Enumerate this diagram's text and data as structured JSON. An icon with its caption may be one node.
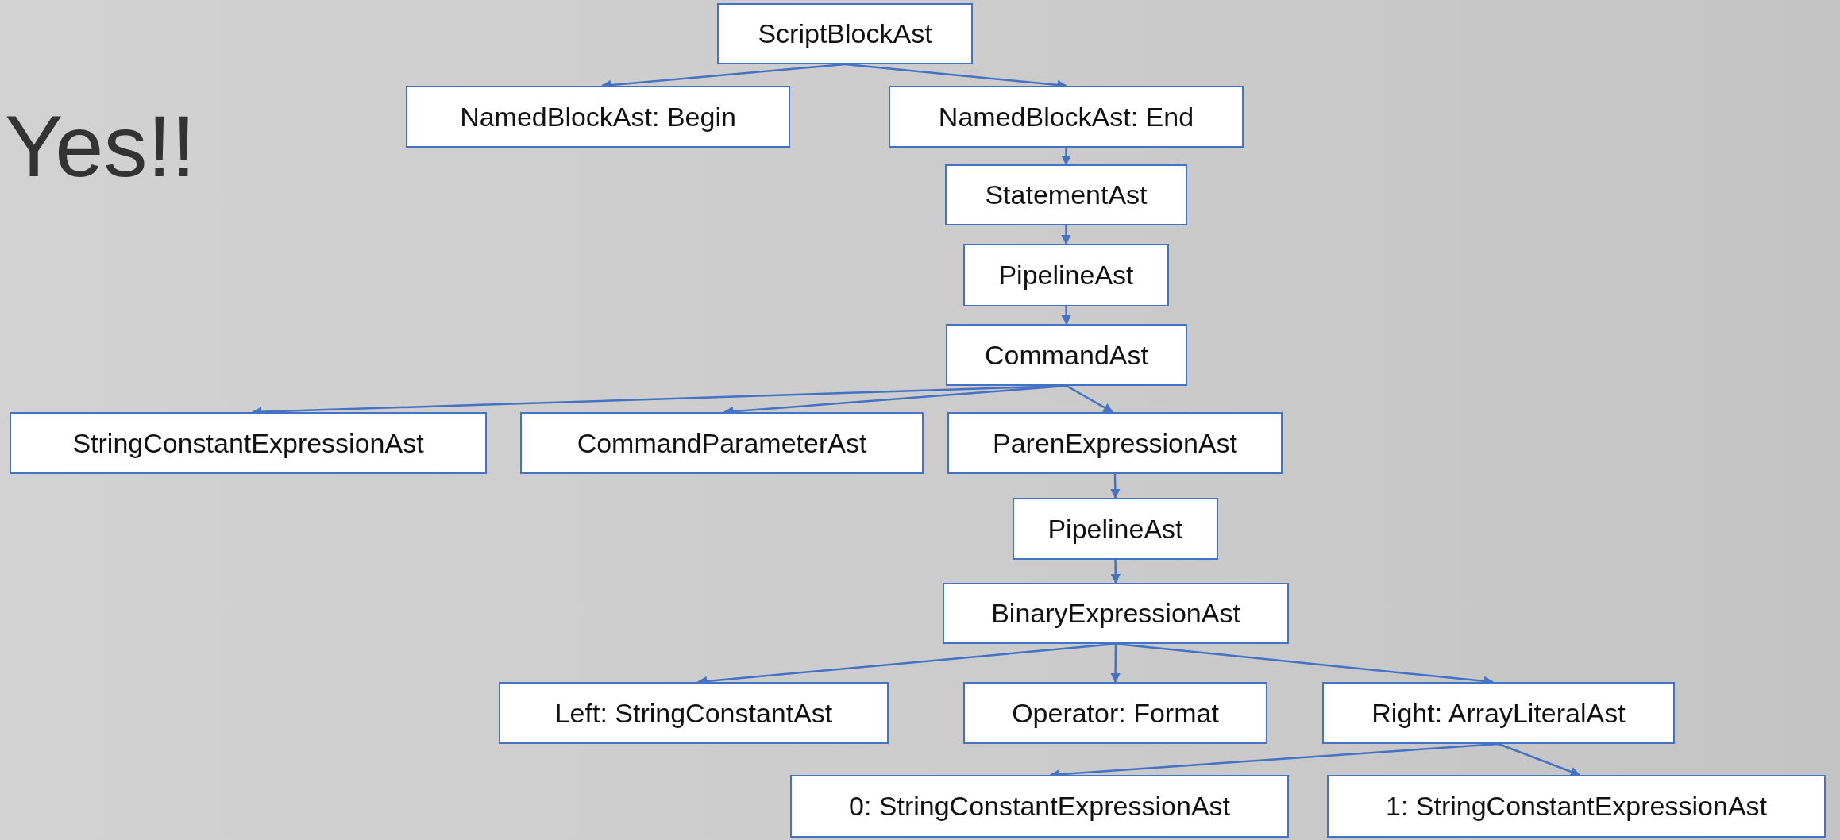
{
  "diagram": {
    "nodes": [
      {
        "text": [
          "ScriptBlockAst"
        ]
      },
      {
        "text": [
          "NamedBlockAst: Begin"
        ]
      },
      {
        "text": [
          "NamedBlockAst: End"
        ]
      },
      {
        "text": [
          "StatementAst"
        ]
      },
      {
        "text": [
          "PipelineAst"
        ]
      },
      {
        "text": [
          "CommandAst"
        ]
      },
      {
        "text": [
          "StringConstantExpressionAst"
        ]
      },
      {
        "text": [
          "CommandParameterAst"
        ]
      },
      {
        "text": [
          "ParenExpressionAst"
        ]
      },
      {
        "text": [
          "PipelineAst"
        ]
      },
      {
        "text": [
          "BinaryExpressionAst"
        ]
      },
      {
        "text": [
          "Left: StringConstantAst"
        ]
      },
      {
        "text": [
          "Operator: Format"
        ]
      },
      {
        "text": [
          "Right: ArrayLiteralAst"
        ]
      },
      {
        "text": [
          "0: StringConstantExpressionAst"
        ]
      },
      {
        "text": [
          "1: StringConstantExpressionAst"
        ]
      }
    ],
    "edges": [
      {
        "from": 0,
        "to": 1,
        "arrow": "to"
      },
      {
        "from": 0,
        "to": 2,
        "arrow": "to"
      },
      {
        "from": 2,
        "to": 3,
        "arrow": "to"
      },
      {
        "from": 3,
        "to": 4,
        "arrow": "to"
      },
      {
        "from": 4,
        "to": 5,
        "arrow": "to"
      },
      {
        "from": 5,
        "to": 6,
        "arrow": "to"
      },
      {
        "from": 5,
        "to": 7,
        "arrow": "to"
      },
      {
        "from": 5,
        "to": 8,
        "arrow": "to"
      },
      {
        "from": 8,
        "to": 9,
        "arrow": "to"
      },
      {
        "from": 9,
        "to": 10,
        "arrow": "to"
      },
      {
        "from": 10,
        "to": 11,
        "arrow": "to"
      },
      {
        "from": 10,
        "to": 12,
        "arrow": "to"
      },
      {
        "from": 10,
        "to": 13,
        "arrow": "to"
      },
      {
        "from": 13,
        "to": 14,
        "arrow": "to"
      },
      {
        "from": 13,
        "to": 15,
        "arrow": "to"
      }
    ],
    "labels": [
      "Yes!!"
    ]
  }
}
